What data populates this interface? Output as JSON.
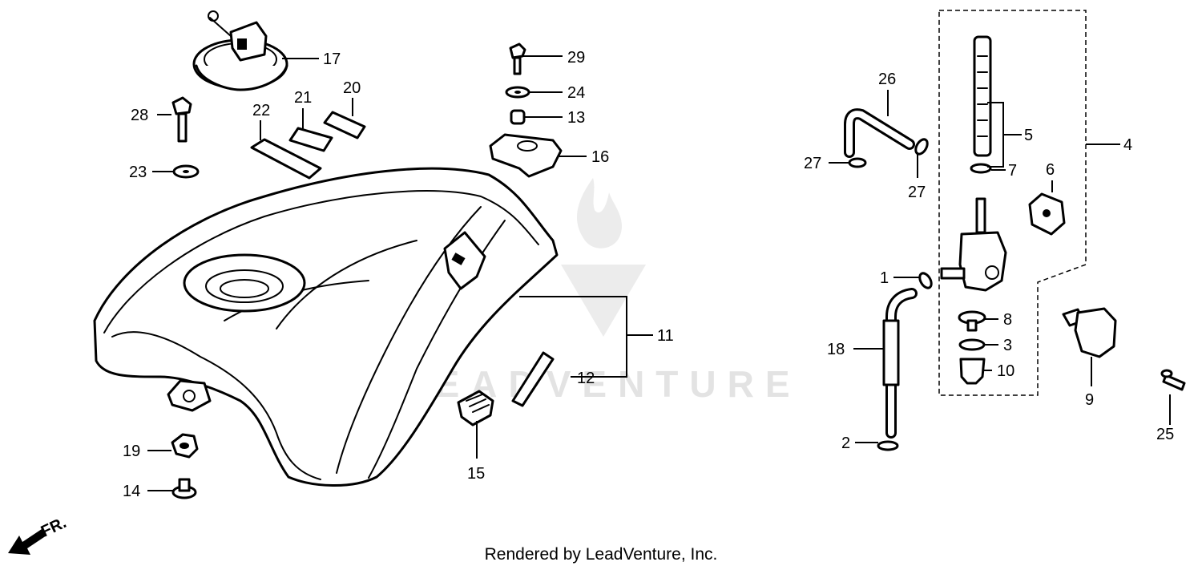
{
  "diagram": {
    "watermark": "LEADVENTURE",
    "front_marker": "FR.",
    "footer": "Rendered by LeadVenture, Inc.",
    "callouts": [
      {
        "id": "c17",
        "label": "17"
      },
      {
        "id": "c22",
        "label": "22"
      },
      {
        "id": "c21",
        "label": "21"
      },
      {
        "id": "c20",
        "label": "20"
      },
      {
        "id": "c28",
        "label": "28"
      },
      {
        "id": "c23",
        "label": "23"
      },
      {
        "id": "c29",
        "label": "29"
      },
      {
        "id": "c24",
        "label": "24"
      },
      {
        "id": "c13",
        "label": "13"
      },
      {
        "id": "c16",
        "label": "16"
      },
      {
        "id": "c11",
        "label": "11"
      },
      {
        "id": "c12",
        "label": "12"
      },
      {
        "id": "c15",
        "label": "15"
      },
      {
        "id": "c19",
        "label": "19"
      },
      {
        "id": "c14",
        "label": "14"
      },
      {
        "id": "c26",
        "label": "26"
      },
      {
        "id": "c27a",
        "label": "27"
      },
      {
        "id": "c27b",
        "label": "27"
      },
      {
        "id": "c5",
        "label": "5"
      },
      {
        "id": "c7",
        "label": "7"
      },
      {
        "id": "c4",
        "label": "4"
      },
      {
        "id": "c6",
        "label": "6"
      },
      {
        "id": "c1",
        "label": "1"
      },
      {
        "id": "c8",
        "label": "8"
      },
      {
        "id": "c3",
        "label": "3"
      },
      {
        "id": "c10",
        "label": "10"
      },
      {
        "id": "c18",
        "label": "18"
      },
      {
        "id": "c9",
        "label": "9"
      },
      {
        "id": "c2",
        "label": "2"
      },
      {
        "id": "c25",
        "label": "25"
      }
    ]
  }
}
